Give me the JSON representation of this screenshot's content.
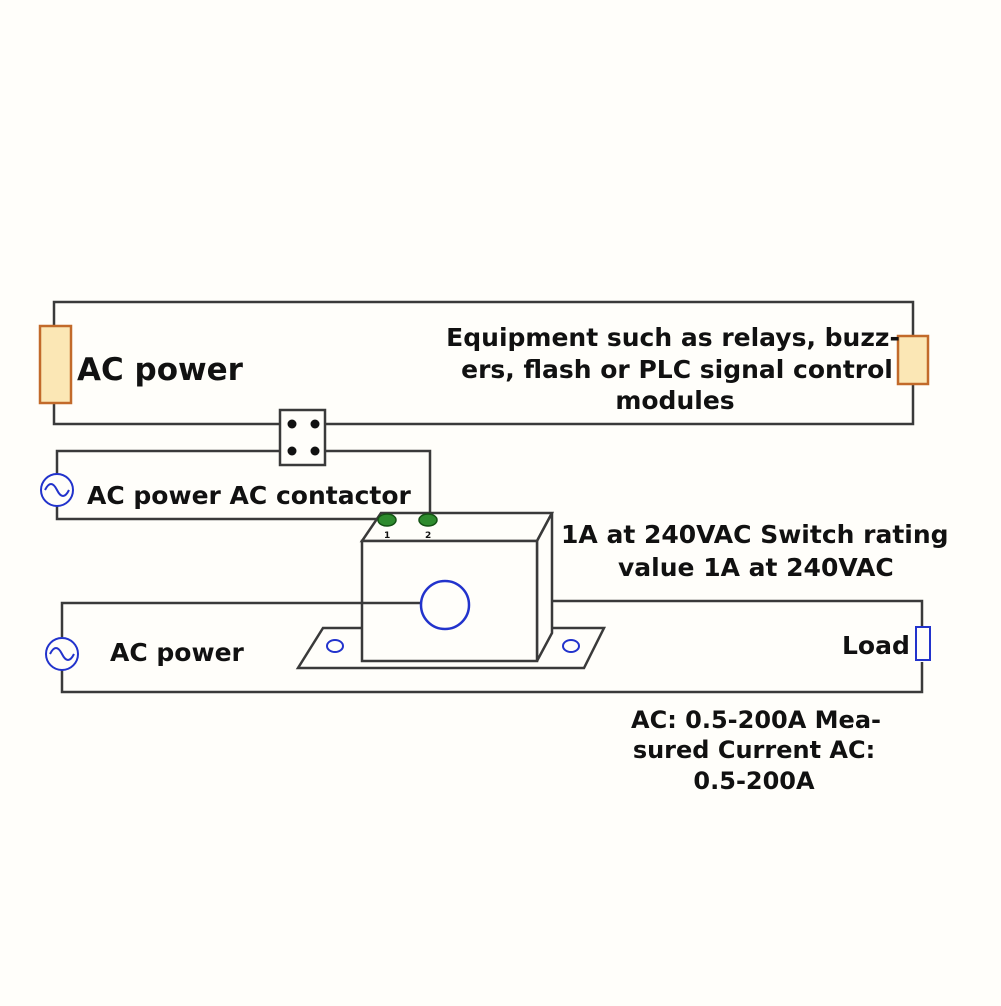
{
  "labels": {
    "ac_power_top": "AC power",
    "equipment_line1": "Equipment such as relays, buzz-",
    "equipment_line2": "ers, flash or PLC signal control",
    "equipment_line3": "modules",
    "ac_power_contactor": "AC power AC contactor",
    "switch_rating_line1": "1A at 240VAC  Switch rating",
    "switch_rating_line2": "value 1A at 240VAC",
    "ac_power_bottom": "AC power",
    "load": "Load",
    "measured_line1": "AC: 0.5-200A  Mea-",
    "measured_line2": "sured Current AC:",
    "measured_line3": "0.5-200A"
  },
  "terminals": [
    "1",
    "2"
  ],
  "colors": {
    "wire": "#3a3a3a",
    "source_symbol": "#2233cc",
    "resistor_fill": "#fbe7b5",
    "resistor_stroke": "#c26a2a",
    "terminal": "#2e8b2e",
    "sensor_ring": "#2233cc",
    "background": "#fffefa"
  }
}
